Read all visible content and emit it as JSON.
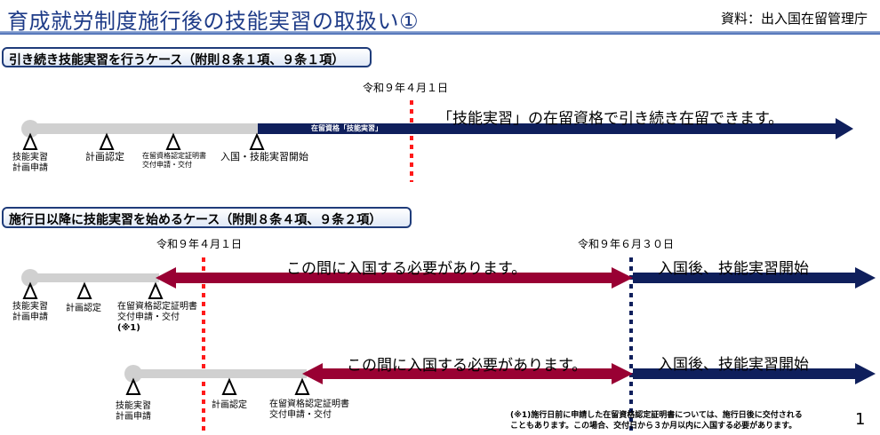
{
  "header": {
    "title": "育成就労制度施行後の技能実習の取扱い①",
    "source": "資料：出入国在留管理庁"
  },
  "section1": {
    "heading": "引き続き技能実習を行うケース（附則８条１項、９条１項）",
    "date": "令和９年４月１日",
    "bar_label": "在留資格「技能実習」",
    "message": "「技能実習」の在留資格で引き続き在留できます。",
    "milestones": [
      {
        "line1": "技能実習",
        "line2": "計画申請"
      },
      {
        "line1": "計画認定"
      },
      {
        "line1": "在留資格認定証明書",
        "line2": "交付申請・交付"
      },
      {
        "line1": "入国・技能実習開始"
      }
    ]
  },
  "section2": {
    "heading": "施行日以降に技能実習を始めるケース（附則８条４項、９条２項）",
    "date_start": "令和９年４月１日",
    "date_end": "令和９年６月３０日",
    "row1": {
      "message": "この間に入国する必要があります。",
      "after": "入国後、技能実習開始",
      "milestones": [
        {
          "line1": "技能実習",
          "line2": "計画申請"
        },
        {
          "line1": "計画認定"
        },
        {
          "line1": "在留資格認定証明書",
          "line2": "交付申請・交付",
          "line3": "(※1)"
        }
      ]
    },
    "row2": {
      "message": "この間に入国する必要があります。",
      "after": "入国後、技能実習開始",
      "milestones": [
        {
          "line1": "技能実習",
          "line2": "計画申請"
        },
        {
          "line1": "計画認定"
        },
        {
          "line1": "在留資格認定証明書",
          "line2": "交付申請・交付"
        }
      ]
    }
  },
  "footnote": {
    "line1": "(※1)施行日前に申請した在留資格認定証明書については、施行日後に交付される",
    "line2": "こともあります。この場合、交付日から３か月以内に入国する必要があります。"
  },
  "page_number": "1",
  "colors": {
    "navy": "#0f1f5c",
    "crimson": "#990033",
    "gray": "#d0d0d0",
    "red": "#ff1a1a",
    "title": "#1f3c88"
  }
}
